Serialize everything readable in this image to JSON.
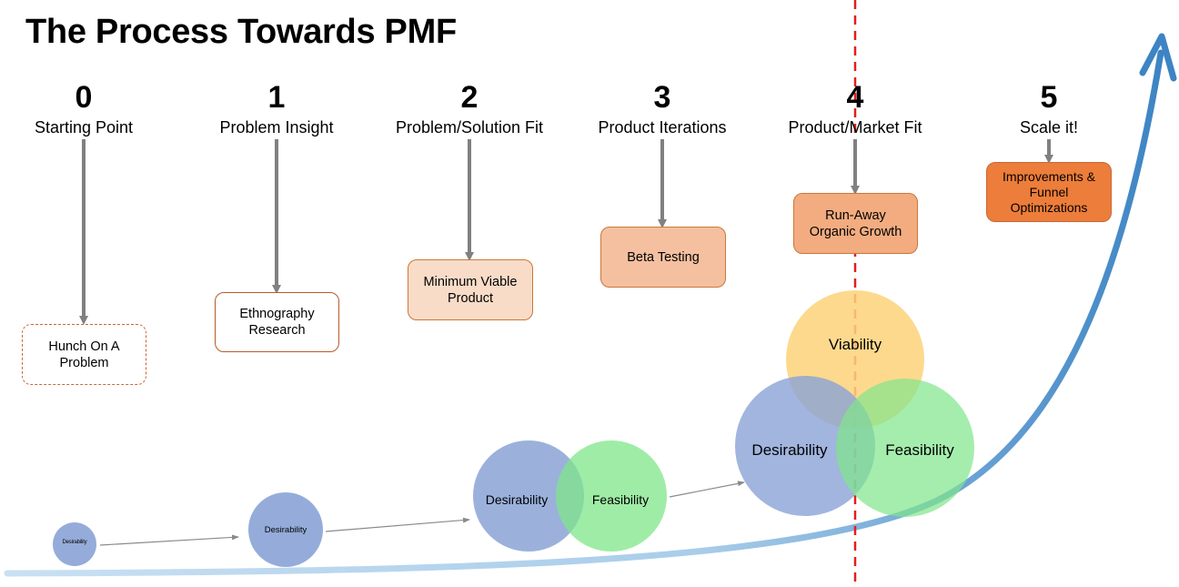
{
  "title": "The Process Towards PMF",
  "stages": [
    {
      "number": "0",
      "name": "Starting Point",
      "box": "Hunch On A\nProblem"
    },
    {
      "number": "1",
      "name": "Problem Insight",
      "box": "Ethnography\nResearch"
    },
    {
      "number": "2",
      "name": "Problem/Solution Fit",
      "box": "Minimum Viable\nProduct"
    },
    {
      "number": "3",
      "name": "Product Iterations",
      "box": "Beta Testing"
    },
    {
      "number": "4",
      "name": "Product/Market Fit",
      "box": "Run-Away\nOrganic Growth"
    },
    {
      "number": "5",
      "name": "Scale it!",
      "box": "Improvements &\nFunnel\nOptimizations"
    }
  ],
  "venn": {
    "stage0": {
      "desirability": "Desirability"
    },
    "stage1": {
      "desirability": "Desirability"
    },
    "stage2": {
      "desirability": "Desirability",
      "feasibility": "Feasibility"
    },
    "stage4": {
      "viability": "Viability",
      "desirability": "Desirability",
      "feasibility": "Feasibility"
    }
  },
  "colors": {
    "arrow_gray": "#808080",
    "box0_border": "#c8683a",
    "box1_border": "#b85a2a",
    "box2_fill": "#f8dcc8",
    "box3_fill": "#f5c0a0",
    "box4_fill": "#f2ac80",
    "box5_fill": "#ed7d3a",
    "desirability": "#8aa3d6",
    "feasibility": "#7fe68a",
    "viability": "#fdd27a",
    "curve_light": "#c4ddf2",
    "curve_dark": "#3d84c4",
    "pmf_line": "#e0201c"
  }
}
